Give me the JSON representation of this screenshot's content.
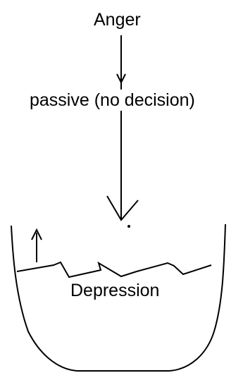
{
  "labels": {
    "top": "Anger",
    "middle": "passive (no decision)",
    "bottom": "Depression"
  },
  "colors": {
    "stroke": "#000000",
    "background": "#ffffff"
  }
}
